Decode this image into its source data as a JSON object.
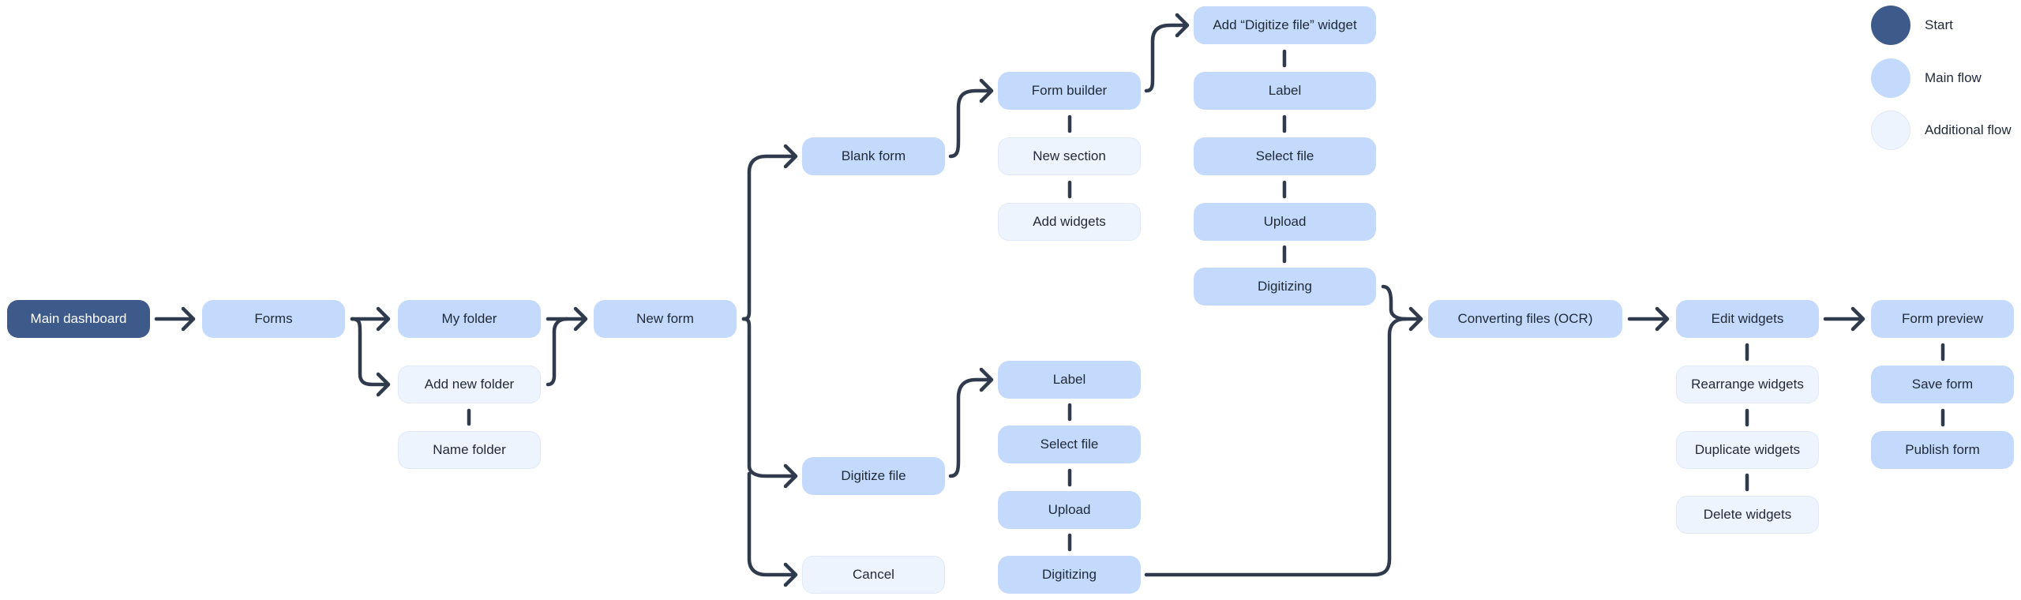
{
  "colors": {
    "start": "#3d5a8a",
    "main": "#c4dafc",
    "additional": "#eef4fd",
    "connector": "#2f3a4d"
  },
  "legend": [
    {
      "label": "Start",
      "kind": "start"
    },
    {
      "label": "Main flow",
      "kind": "main"
    },
    {
      "label": "Additional flow",
      "kind": "additional"
    }
  ],
  "nodes": [
    {
      "id": "main-dashboard",
      "label": "Main dashboard",
      "kind": "start"
    },
    {
      "id": "forms",
      "label": "Forms",
      "kind": "main"
    },
    {
      "id": "my-folder",
      "label": "My folder",
      "kind": "main"
    },
    {
      "id": "add-new-folder",
      "label": "Add new folder",
      "kind": "additional"
    },
    {
      "id": "name-folder",
      "label": "Name folder",
      "kind": "additional"
    },
    {
      "id": "new-form",
      "label": "New form",
      "kind": "main"
    },
    {
      "id": "blank-form",
      "label": "Blank form",
      "kind": "main"
    },
    {
      "id": "digitize-file",
      "label": "Digitize file",
      "kind": "main"
    },
    {
      "id": "cancel",
      "label": "Cancel",
      "kind": "additional"
    },
    {
      "id": "form-builder",
      "label": "Form builder",
      "kind": "main"
    },
    {
      "id": "new-section",
      "label": "New section",
      "kind": "additional"
    },
    {
      "id": "add-widgets",
      "label": "Add widgets",
      "kind": "additional"
    },
    {
      "id": "dig-label",
      "label": "Label",
      "kind": "main"
    },
    {
      "id": "dig-select-file",
      "label": "Select file",
      "kind": "main"
    },
    {
      "id": "dig-upload",
      "label": "Upload",
      "kind": "main"
    },
    {
      "id": "dig-digitizing",
      "label": "Digitizing",
      "kind": "main"
    },
    {
      "id": "add-digitize-widget",
      "label": "Add “Digitize file” widget",
      "kind": "main"
    },
    {
      "id": "fb-label",
      "label": "Label",
      "kind": "main"
    },
    {
      "id": "fb-select-file",
      "label": "Select file",
      "kind": "main"
    },
    {
      "id": "fb-upload",
      "label": "Upload",
      "kind": "main"
    },
    {
      "id": "fb-digitizing",
      "label": "Digitizing",
      "kind": "main"
    },
    {
      "id": "converting-files",
      "label": "Converting files (OCR)",
      "kind": "main"
    },
    {
      "id": "edit-widgets",
      "label": "Edit widgets",
      "kind": "main"
    },
    {
      "id": "rearrange-widgets",
      "label": "Rearrange widgets",
      "kind": "additional"
    },
    {
      "id": "duplicate-widgets",
      "label": "Duplicate widgets",
      "kind": "additional"
    },
    {
      "id": "delete-widgets",
      "label": "Delete widgets",
      "kind": "additional"
    },
    {
      "id": "form-preview",
      "label": "Form preview",
      "kind": "main"
    },
    {
      "id": "save-form",
      "label": "Save form",
      "kind": "main"
    },
    {
      "id": "publish-form",
      "label": "Publish form",
      "kind": "main"
    }
  ]
}
